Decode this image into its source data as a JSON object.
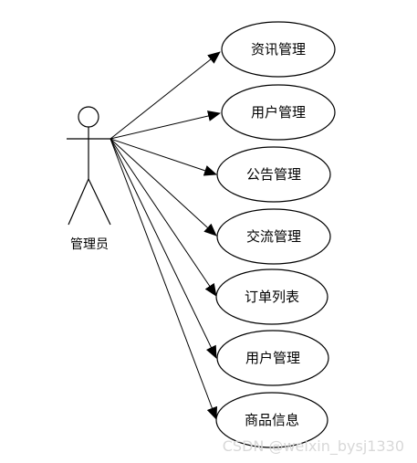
{
  "actor": {
    "label": "管理员"
  },
  "use_cases": [
    {
      "label": "资讯管理"
    },
    {
      "label": "用户管理"
    },
    {
      "label": "公告管理"
    },
    {
      "label": "交流管理"
    },
    {
      "label": "订单列表"
    },
    {
      "label": "用户管理"
    },
    {
      "label": "商品信息"
    }
  ],
  "watermark": "CSDN @weixin_bysj1330",
  "colors": {
    "stroke": "#000000",
    "watermark": "#d8d8d8",
    "background": "#ffffff"
  }
}
